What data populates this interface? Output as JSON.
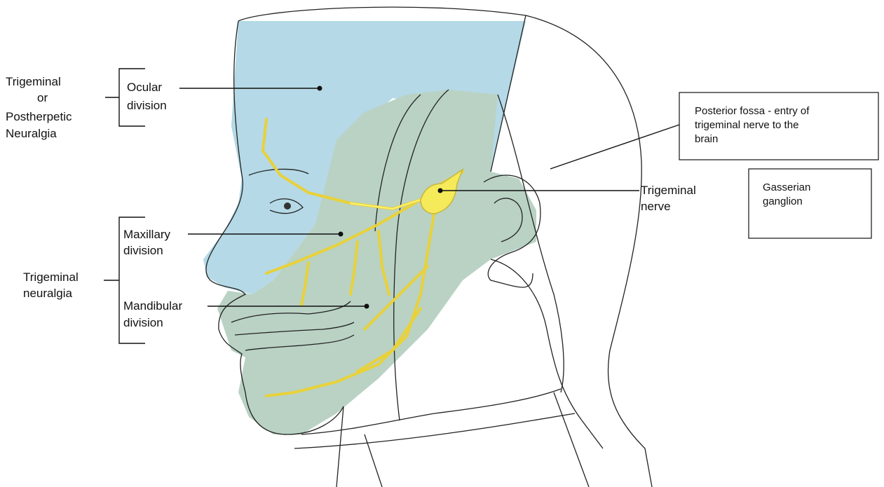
{
  "labels": {
    "left_group_top": [
      "Trigeminal",
      "or",
      "Postherpetic",
      "Neuralgia"
    ],
    "left_group_bottom": [
      "Trigeminal",
      "neuralgia"
    ],
    "ocular": [
      "Ocular",
      "division"
    ],
    "maxillary": [
      "Maxillary",
      "division"
    ],
    "mandibular": [
      "Mandibular",
      "division"
    ],
    "trigeminal_nerve": [
      "Trigeminal",
      "nerve"
    ]
  },
  "boxes": {
    "posterior_fossa": [
      "Posterior fossa -  entry of",
      "trigeminal nerve to the",
      "brain"
    ],
    "gasserian": [
      "Gasserian",
      "ganglion"
    ]
  },
  "colors": {
    "ocular_region": "#b5d9e6",
    "lower_region": "#b9d2c4",
    "nerve": "#f5ea5a",
    "outline": "#222222"
  }
}
